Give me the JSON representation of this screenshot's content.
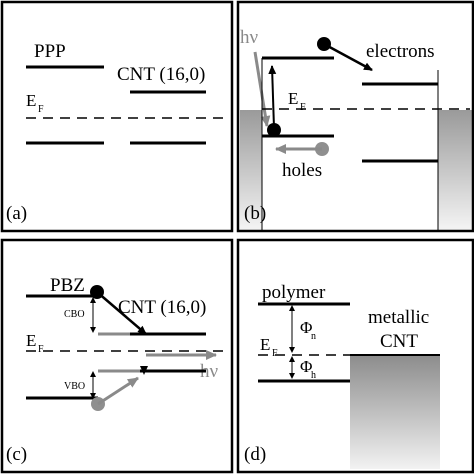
{
  "panels": {
    "a": {
      "tag": "(a)",
      "polymer": "PPP",
      "cnt": "CNT (16,0)",
      "fermi_main": "E",
      "fermi_sub": "F"
    },
    "b": {
      "tag": "(b)",
      "photon": "hν",
      "electrons": "electrons",
      "holes": "holes",
      "fermi_main": "E",
      "fermi_sub": "F"
    },
    "c": {
      "tag": "(c)",
      "polymer": "PBZ",
      "cnt": "CNT (16,0)",
      "cbo": "CBO",
      "vbo": "VBO",
      "photon": "hν",
      "fermi_main": "E",
      "fermi_sub": "F"
    },
    "d": {
      "tag": "(d)",
      "polymer": "polymer",
      "metal_line1": "metallic",
      "metal_line2": "CNT",
      "phi_n_main": "Φ",
      "phi_n_sub": "n",
      "phi_h_main": "Φ",
      "phi_h_sub": "h",
      "fermi_main": "E",
      "fermi_sub": "F"
    }
  },
  "colors": {
    "line": "#000000",
    "gray_arrow": "#8a8a8a",
    "gray_dot": "#8f8f8f"
  }
}
